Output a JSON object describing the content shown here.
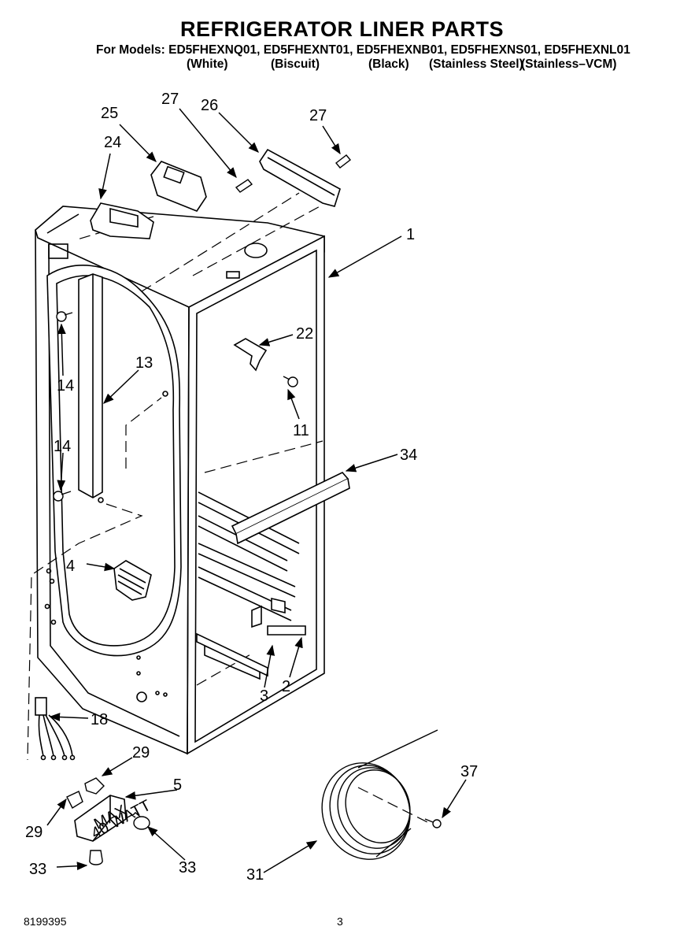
{
  "title": "REFRIGERATOR LINER PARTS",
  "models_line": "For Models: ED5FHEXNQ01, ED5FHEXNT01, ED5FHEXNB01, ED5FHEXNS01, ED5FHEXNL01",
  "finishes": [
    "(White)",
    "(Biscuit)",
    "(Black)",
    "(Stainless Steel)",
    "(Stainless–VCM)"
  ],
  "callouts": [
    "27",
    "26",
    "25",
    "24",
    "27",
    "1",
    "22",
    "13",
    "14",
    "11",
    "14",
    "34",
    "4",
    "3",
    "2",
    "18",
    "29",
    "5",
    "37",
    "29",
    "33",
    "33",
    "31"
  ],
  "plug_text": [
    "MAX",
    "40 WATT"
  ],
  "footer": {
    "doc_number": "8199395",
    "page": "3"
  }
}
